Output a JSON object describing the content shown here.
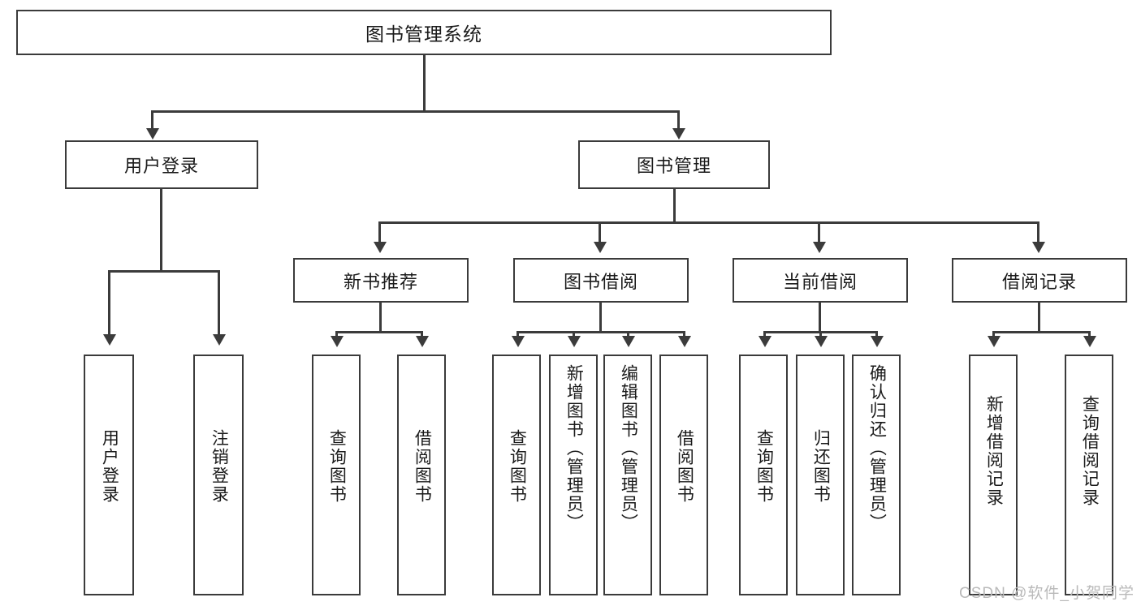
{
  "diagram": {
    "title": "图书管理系统",
    "root": {
      "label": "图书管理系统"
    },
    "level1": [
      {
        "label": "用户登录"
      },
      {
        "label": "图书管理"
      }
    ],
    "level2": [
      {
        "label": "新书推荐"
      },
      {
        "label": "图书借阅"
      },
      {
        "label": "当前借阅"
      },
      {
        "label": "借阅记录"
      }
    ],
    "leaves": {
      "user_login": [
        {
          "label": "用户登录"
        },
        {
          "label": "注销登录"
        }
      ],
      "new_book": [
        {
          "label": "查询图书"
        },
        {
          "label": "借阅图书"
        }
      ],
      "borrow_book": [
        {
          "label": "查询图书"
        },
        {
          "label": "新增图书（管理员）"
        },
        {
          "label": "编辑图书（管理员）"
        },
        {
          "label": "借阅图书"
        }
      ],
      "current_borrow": [
        {
          "label": "查询图书"
        },
        {
          "label": "归还图书"
        },
        {
          "label": "确认归还（管理员）"
        }
      ],
      "borrow_record": [
        {
          "label": "新增借阅记录"
        },
        {
          "label": "查询借阅记录"
        }
      ]
    }
  },
  "watermark": {
    "text": "CSDN @软件_小贺同学"
  },
  "colors": {
    "stroke": "#3b3b3b",
    "background": "#ffffff",
    "text": "#1a1a1a",
    "watermark": "#b9b9b9"
  }
}
